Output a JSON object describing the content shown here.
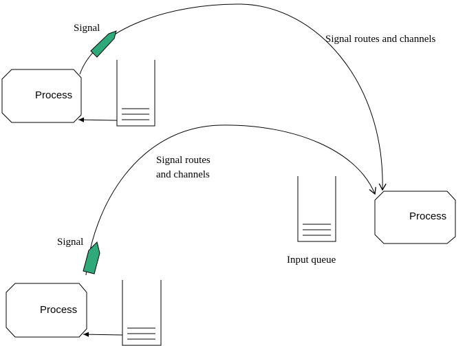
{
  "labels": {
    "signal_top": "Signal",
    "signal_bottom": "Signal",
    "routes_top": "Signal routes and channels",
    "routes_bottom_line1": "Signal routes",
    "routes_bottom_line2": "and channels",
    "input_queue": "Input queue"
  },
  "processes": {
    "top_left": "Process",
    "bottom_left": "Process",
    "right": "Process"
  },
  "colors": {
    "signal_fill": "#2fa97a",
    "line": "#000000",
    "background": "#ffffff"
  }
}
